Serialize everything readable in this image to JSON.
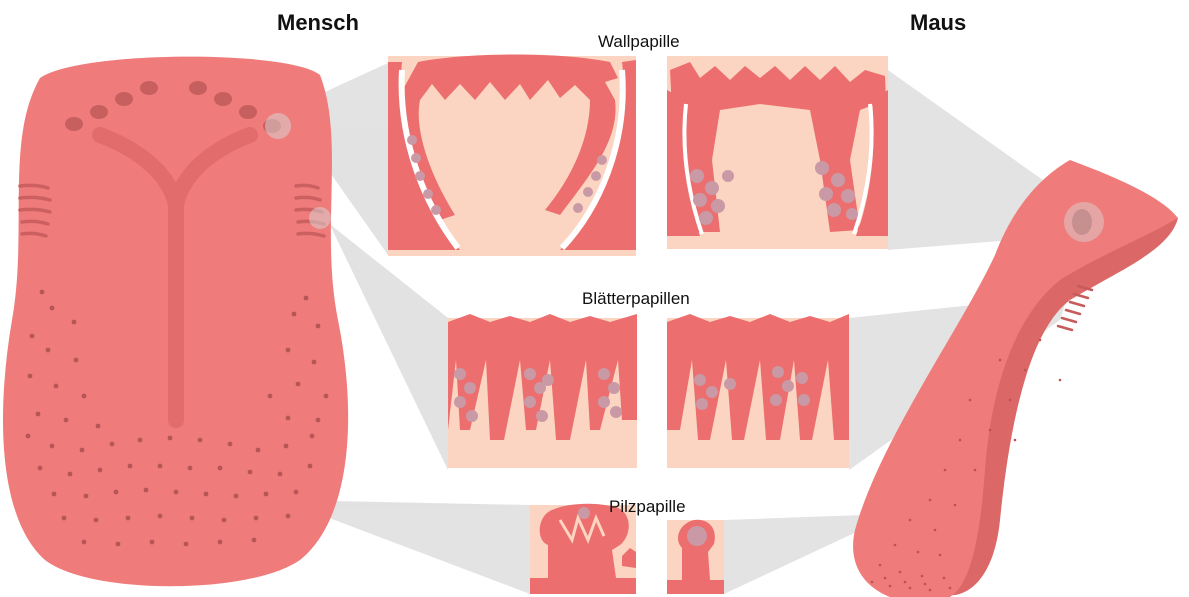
{
  "titles": {
    "human": "Mensch",
    "mouse": "Maus"
  },
  "sections": {
    "circumvallate": "Wallpapille",
    "foliate": "Blätterpapillen",
    "fungiform": "Pilzpapille"
  },
  "colors": {
    "tongue": "#ef7b7b",
    "tongue_dark": "#dc6767",
    "tissue": "#fbd5c1",
    "epithelium": "#ec6e6e",
    "taste_bud": "#c99aa6",
    "callout": "#d9d9d9",
    "papilla_dot": "#c05a5a"
  }
}
